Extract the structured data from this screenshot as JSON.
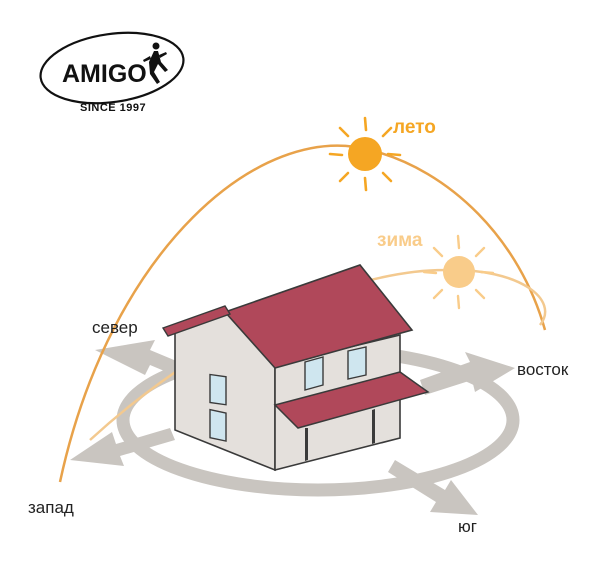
{
  "brand": {
    "name": "AMIGO",
    "tagline": "SINCE 1997"
  },
  "seasons": {
    "summer": "лето",
    "winter": "зима"
  },
  "directions": {
    "north": "север",
    "east": "восток",
    "west": "запад",
    "south": "юг"
  },
  "colors": {
    "summer_sun": "#f5a623",
    "winter_sun": "#f9cc8a",
    "summer_path": "#e8a24a",
    "winter_path": "#f3c98f",
    "roof": "#b0485a",
    "wall": "#e4e0dc",
    "window": "#cfe6ef",
    "compass": "#c9c5c0"
  }
}
